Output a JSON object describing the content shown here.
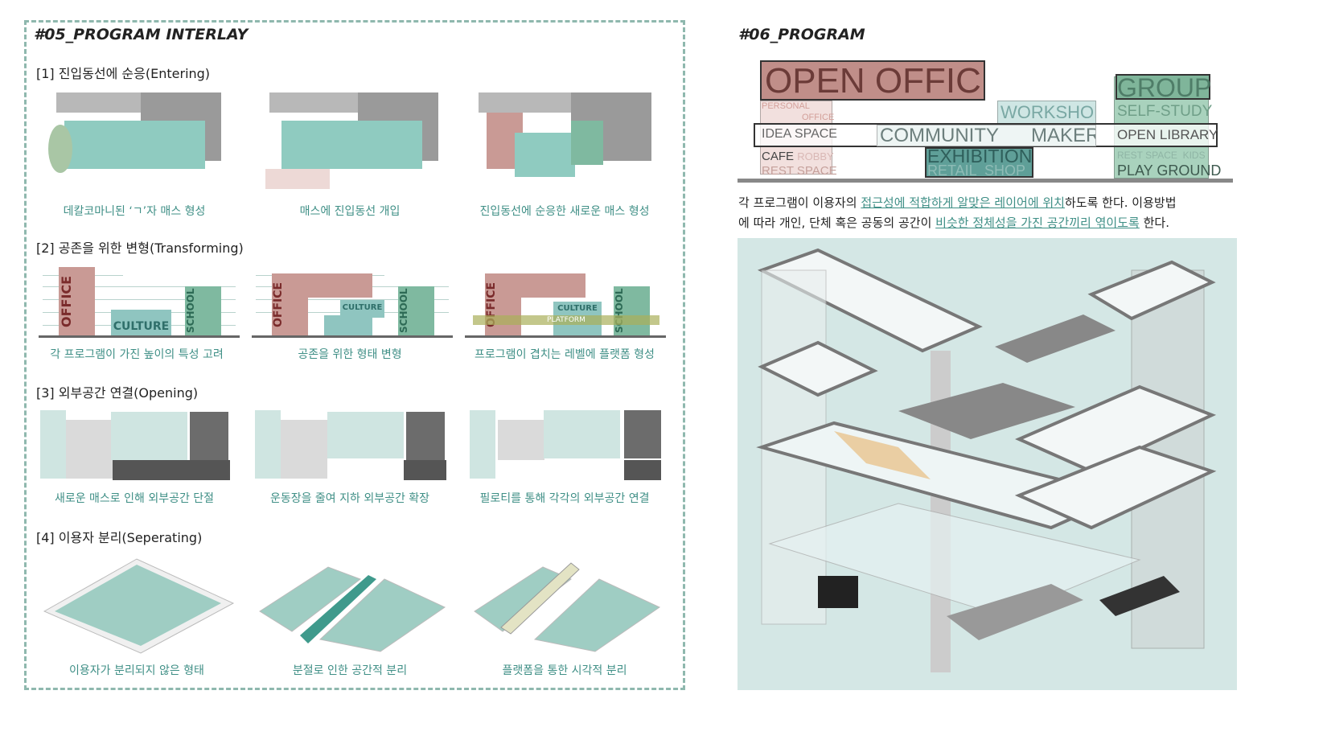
{
  "left": {
    "title": "#05_PROGRAM INTERLAY",
    "sections": [
      {
        "heading": "[1] 진입동선에 순응(Entering)",
        "captions": [
          "데칼코마니된 ‘ㄱ’자 매스 형성",
          "매스에 진입동선 개입",
          "진입동선에 순응한 새로운 매스 형성"
        ]
      },
      {
        "heading": "[2] 공존을 위한 변형(Transforming)",
        "captions": [
          "각 프로그램이 가진 높이의 특성 고려",
          "공존을 위한 형태 변형",
          "프로그램이 겹치는 레벨에 플랫폼 형성"
        ],
        "labels": {
          "office": "OFFICE",
          "culture": "CULTURE",
          "school": "SCHOOL",
          "platform": "PLATFORM"
        }
      },
      {
        "heading": "[3] 외부공간 연결(Opening)",
        "captions": [
          "새로운 매스로 인해 외부공간 단절",
          "운동장을 줄여 지하 외부공간 확장",
          "필로티를 통해 각각의 외부공간 연결"
        ]
      },
      {
        "heading": "[4] 이용자 분리(Seperating)",
        "captions": [
          "이용자가 분리되지 않은 형태",
          "분절로 인한 공간적 분리",
          "플랫폼을 통한 시각적 분리"
        ]
      }
    ]
  },
  "right": {
    "title": "#06_PROGRAM",
    "program": {
      "open_office": "OPEN OFFICE",
      "personal": "PERSONAL",
      "office": "OFFICE",
      "idea_space": "IDEA SPACE",
      "cafe": "CAFE",
      "robby": "ROBBY",
      "rest_space": "REST SPACE",
      "community": "COMMUNITY",
      "maker": "MAKER",
      "workshop": "WORKSHOP",
      "exhibition": "EXHIBITION",
      "retail_shop": "RETAIL  SHOP",
      "group": "GROUP",
      "self_study": "SELF-STUDY",
      "open_library": "OPEN LIBRARY",
      "rest_space2": "REST SPACE",
      "kids": "KIDS",
      "play_ground": "PLAY GROUND"
    },
    "paragraph": {
      "p1": "각 프로그램이 이용자의 ",
      "u1": "접근성에 적합하게 알맞은 레이어에 위치",
      "p2": "하도록 한다.  이용방법",
      "p3": "에 따라 개인, 단체 혹은 공동의 공간이 ",
      "u2": "비슷한 정체성을 가진 공간끼리 엮이도록",
      "p4": " 한다."
    }
  }
}
